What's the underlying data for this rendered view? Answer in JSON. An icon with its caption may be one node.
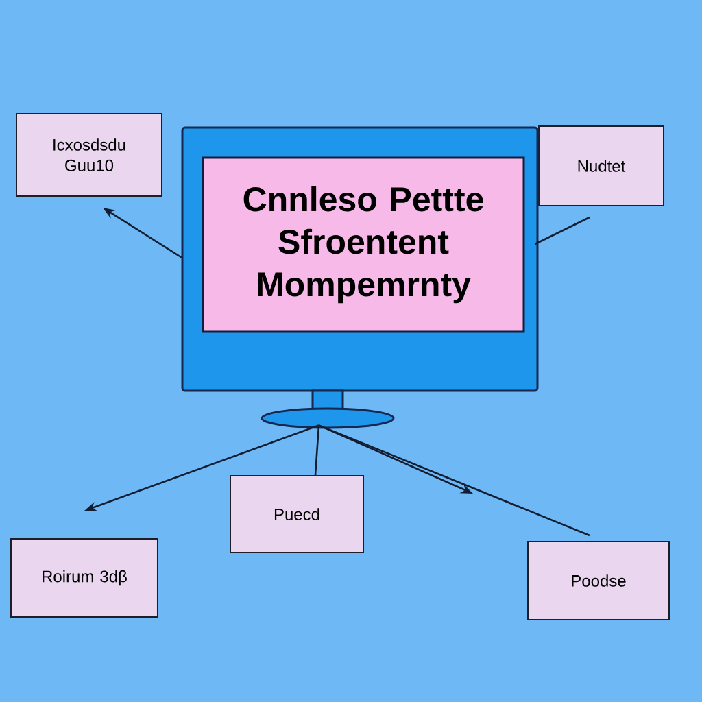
{
  "diagram": {
    "nodes": [
      {
        "text": [
          "Icxosdsdu Guu10"
        ]
      },
      {
        "text": [
          "Nudtet"
        ]
      },
      {
        "text": [
          "Cnnleso Pettte Sfroentent Mompemrnty"
        ]
      },
      {
        "text": [
          "Roirum 3dβ"
        ]
      },
      {
        "text": [
          "Puecd"
        ]
      },
      {
        "text": [
          "Poodse"
        ]
      }
    ],
    "edges": [
      {
        "from": 2,
        "to": 0,
        "arrow": "to"
      },
      {
        "from": 2,
        "to": 1,
        "arrow": "none"
      },
      {
        "from": 2,
        "to": 3,
        "arrow": "to"
      },
      {
        "from": 2,
        "to": 4,
        "arrow": "none"
      },
      {
        "from": 2,
        "to": null,
        "arrow": "to"
      },
      {
        "from": 2,
        "to": 5,
        "arrow": "none"
      }
    ]
  }
}
